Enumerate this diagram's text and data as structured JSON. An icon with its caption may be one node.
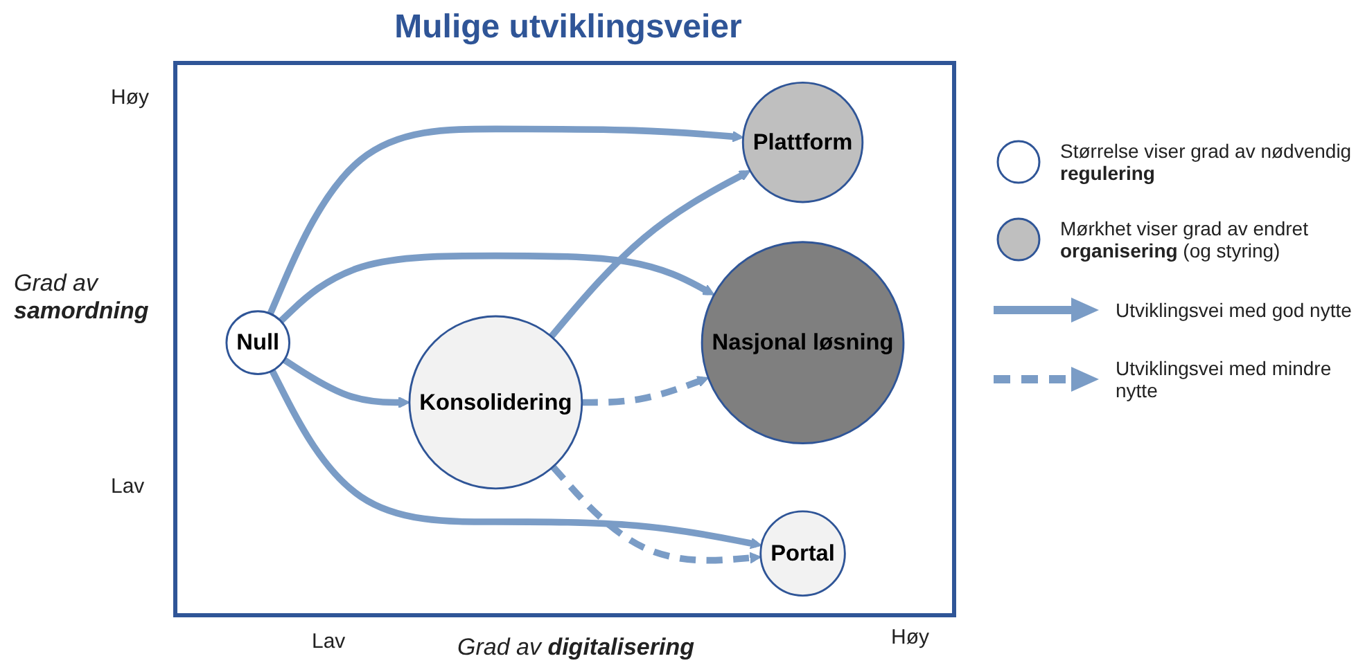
{
  "diagram": {
    "title": "Mulige utviklingsveier",
    "nodes": [
      {
        "text": [
          "Null"
        ]
      },
      {
        "text": [
          "Konsolidering"
        ]
      },
      {
        "text": [
          "Plattform"
        ]
      },
      {
        "text": [
          "Nasjonal løsning"
        ]
      },
      {
        "text": [
          "Portal"
        ]
      }
    ],
    "edges": [
      {
        "from": 0,
        "to": 1,
        "arrow": "to"
      },
      {
        "from": 0,
        "to": 3,
        "arrow": "to"
      },
      {
        "from": 0,
        "to": 2,
        "arrow": "to"
      },
      {
        "from": 0,
        "to": 4,
        "arrow": "to"
      },
      {
        "from": 1,
        "to": 2,
        "arrow": "to"
      },
      {
        "from": 1,
        "to": 3,
        "arrow": "to",
        "style": "dashed"
      },
      {
        "from": 1,
        "to": 4,
        "arrow": "to",
        "style": "dashed"
      }
    ],
    "labels": [
      "Høy",
      "Grad av **samordning**",
      "Lav",
      "Lav",
      "Grad av **digitalisering**",
      "Høy"
    ],
    "legend": [
      {
        "text": "Størrelse viser grad av nødvendig **regulering**"
      },
      {
        "text": "Mørkhet viser grad av endret **organisering** (og styring)"
      },
      {
        "text": "Utviklingsvei med god nytte"
      },
      {
        "text": "Utviklingsvei med mindre nytte"
      }
    ]
  }
}
